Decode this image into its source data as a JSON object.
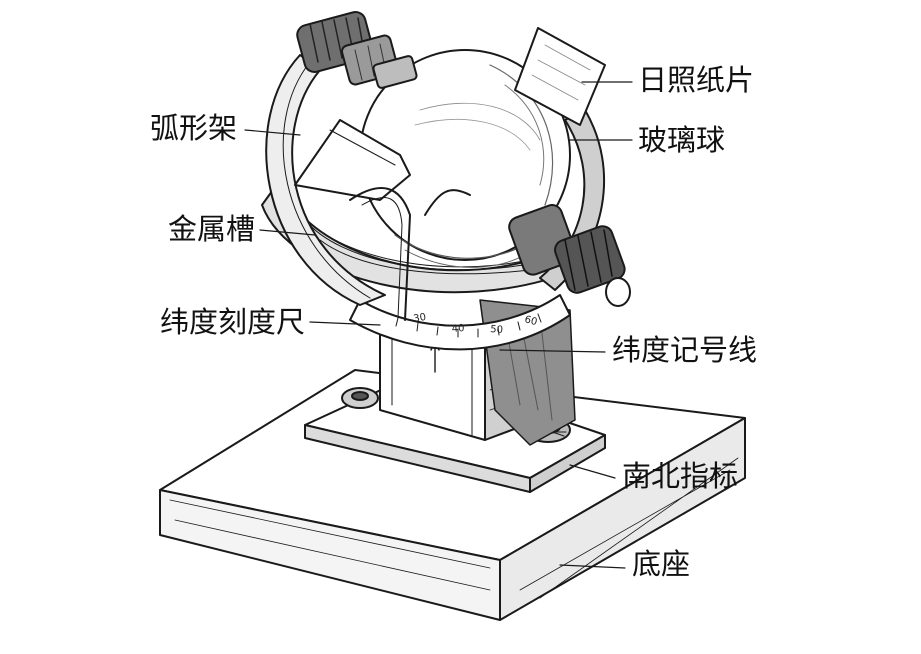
{
  "diagram": {
    "labels": {
      "paper_strip": "日照纸片",
      "arc_frame": "弧形架",
      "glass_ball": "玻璃球",
      "metal_groove": "金属槽",
      "latitude_scale": "纬度刻度尺",
      "latitude_mark": "纬度记号线",
      "north_south_mark": "南北指标",
      "base": "底座"
    },
    "scale_ticks": [
      "30",
      "40",
      "50",
      "60"
    ]
  }
}
